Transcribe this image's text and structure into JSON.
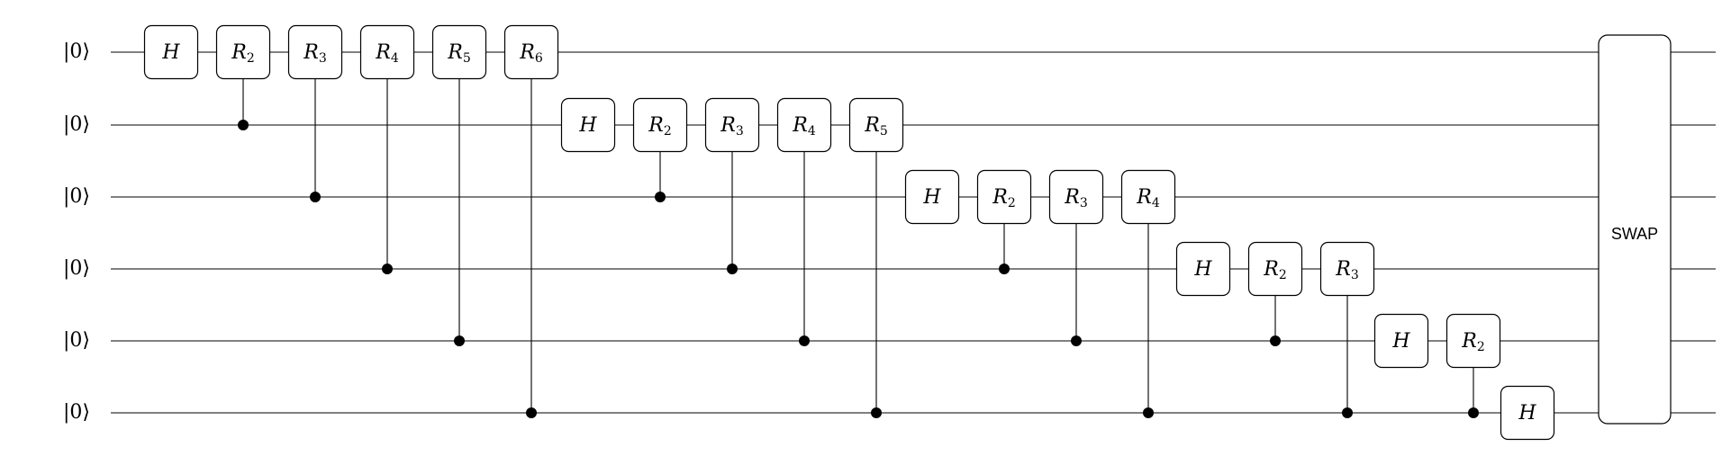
{
  "diagram": {
    "type": "quantum-circuit",
    "qubit_labels": [
      "|0⟩",
      "|0⟩",
      "|0⟩",
      "|0⟩",
      "|0⟩",
      "|0⟩"
    ],
    "swap_label": "SWAP",
    "gates": [
      {
        "name": "H",
        "sub": "",
        "target": 0,
        "control": null
      },
      {
        "name": "R",
        "sub": "2",
        "target": 0,
        "control": 1
      },
      {
        "name": "R",
        "sub": "3",
        "target": 0,
        "control": 2
      },
      {
        "name": "R",
        "sub": "4",
        "target": 0,
        "control": 3
      },
      {
        "name": "R",
        "sub": "5",
        "target": 0,
        "control": 4
      },
      {
        "name": "R",
        "sub": "6",
        "target": 0,
        "control": 5
      },
      {
        "name": "H",
        "sub": "",
        "target": 1,
        "control": null
      },
      {
        "name": "R",
        "sub": "2",
        "target": 1,
        "control": 2
      },
      {
        "name": "R",
        "sub": "3",
        "target": 1,
        "control": 3
      },
      {
        "name": "R",
        "sub": "4",
        "target": 1,
        "control": 4
      },
      {
        "name": "R",
        "sub": "5",
        "target": 1,
        "control": 5
      },
      {
        "name": "H",
        "sub": "",
        "target": 2,
        "control": null
      },
      {
        "name": "R",
        "sub": "2",
        "target": 2,
        "control": 3
      },
      {
        "name": "R",
        "sub": "3",
        "target": 2,
        "control": 4
      },
      {
        "name": "R",
        "sub": "4",
        "target": 2,
        "control": 5
      },
      {
        "name": "H",
        "sub": "",
        "target": 3,
        "control": null
      },
      {
        "name": "R",
        "sub": "2",
        "target": 3,
        "control": 4
      },
      {
        "name": "R",
        "sub": "3",
        "target": 3,
        "control": 5
      },
      {
        "name": "H",
        "sub": "",
        "target": 4,
        "control": null
      },
      {
        "name": "R",
        "sub": "2",
        "target": 4,
        "control": 5
      },
      {
        "name": "H",
        "sub": "",
        "target": 5,
        "control": null
      }
    ]
  }
}
